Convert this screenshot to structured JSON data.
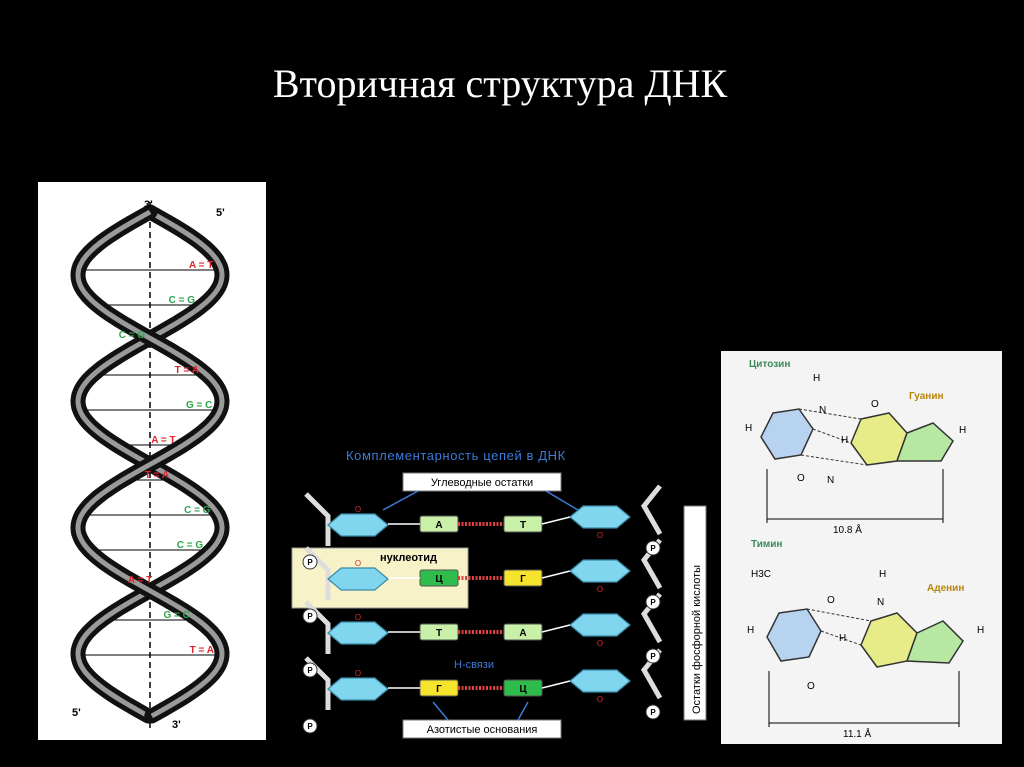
{
  "slide": {
    "title": "Вторичная структура ДНК"
  },
  "helix": {
    "end_top_left": "3'",
    "end_top_right": "5'",
    "end_bottom_left": "5'",
    "end_bottom_right": "3'",
    "pairs": [
      "A = T",
      "C = G",
      "C = G",
      "T = A",
      "G = C",
      "A = T",
      "T = A",
      "C = G",
      "C = G",
      "A = T",
      "G = C",
      "T = A"
    ],
    "colors": {
      "at": "#e0242a",
      "gc": "#2aa64a"
    }
  },
  "complementarity": {
    "title": "Комплементарность цепей в ДНК",
    "sugar_label": "Углеводные остатки",
    "nucleotide_label": "нуклеотид",
    "hbond_label": "Н-связи",
    "bases_label": "Азотистые основания",
    "phosphate_label": "Остатки фосфорной кислоты",
    "phosphate_symbol": "P",
    "o_symbol": "O",
    "rows": [
      {
        "left": "А",
        "right": "Т"
      },
      {
        "left": "Ц",
        "right": "Г"
      },
      {
        "left": "Т",
        "right": "А"
      },
      {
        "left": "Г",
        "right": "Ц"
      }
    ]
  },
  "bases": {
    "cytosine": "Цитозин",
    "guanine": "Гуанин",
    "thymine": "Тимин",
    "adenine": "Аденин",
    "dist_gc": "10.8 Å",
    "dist_at": "11.1 Å",
    "atom_h": "H",
    "atom_n": "N",
    "atom_o": "O",
    "atom_c": "C",
    "methyl": "H3C"
  }
}
